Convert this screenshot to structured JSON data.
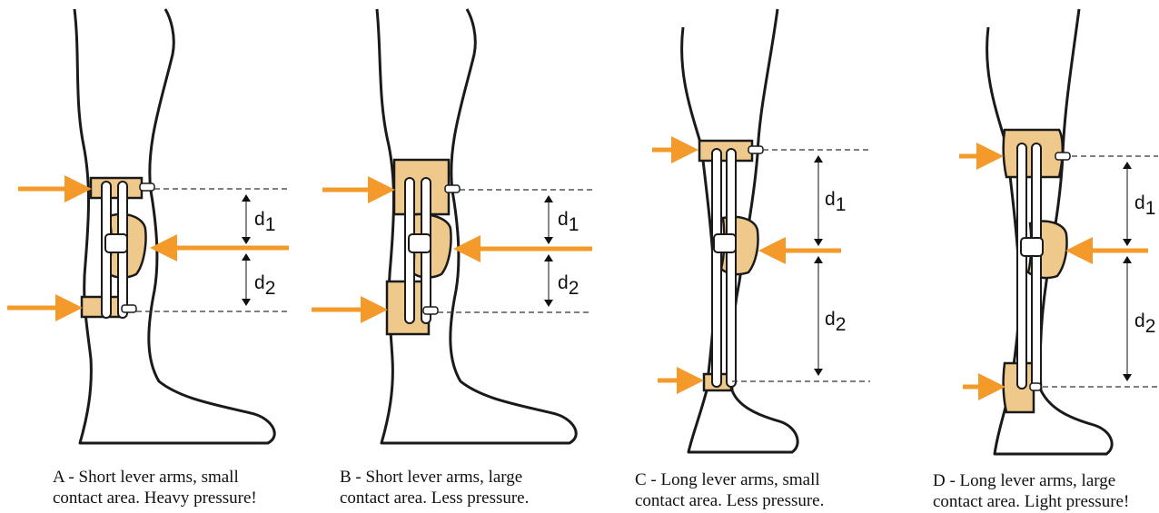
{
  "colors": {
    "arrow": "#F39A2A",
    "pad": "#EFC98C",
    "outline": "#1a1a1a",
    "background": "#ffffff"
  },
  "panels": [
    {
      "id": "A",
      "caption_line1": "A - Short lever arms, small",
      "caption_line2": "contact area. Heavy pressure!",
      "label_d1": "d",
      "sub_d1": "1",
      "label_d2": "d",
      "sub_d2": "2"
    },
    {
      "id": "B",
      "caption_line1": "B - Short lever arms, large",
      "caption_line2": "contact area. Less pressure.",
      "label_d1": "d",
      "sub_d1": "1",
      "label_d2": "d",
      "sub_d2": "2"
    },
    {
      "id": "C",
      "caption_line1": "C - Long lever arms, small",
      "caption_line2": "contact area. Less pressure.",
      "label_d1": "d",
      "sub_d1": "1",
      "label_d2": "d",
      "sub_d2": "2"
    },
    {
      "id": "D",
      "caption_line1": "D - Long lever arms, large",
      "caption_line2": "contact area. Light pressure!",
      "label_d1": "d",
      "sub_d1": "1",
      "label_d2": "d",
      "sub_d2": "2"
    }
  ]
}
